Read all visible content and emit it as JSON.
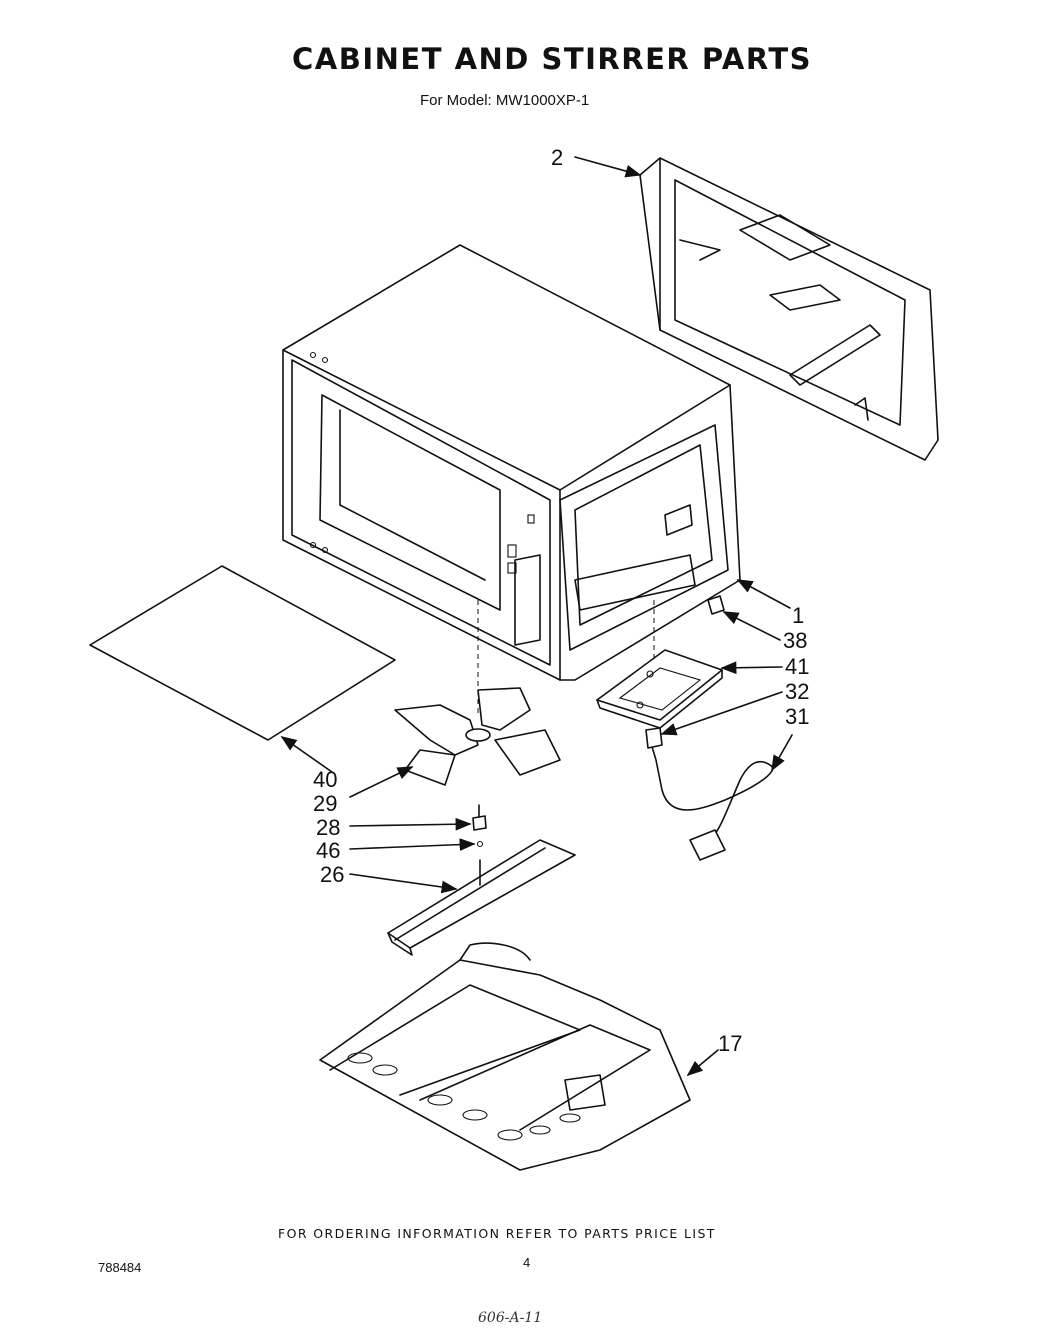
{
  "header": {
    "title": "CABINET AND STIRRER PARTS",
    "subtitle": "For Model: MW1000XP-1"
  },
  "callouts": [
    {
      "id": "2",
      "label": "2"
    },
    {
      "id": "1",
      "label": "1"
    },
    {
      "id": "38",
      "label": "38"
    },
    {
      "id": "41",
      "label": "41"
    },
    {
      "id": "32",
      "label": "32"
    },
    {
      "id": "31",
      "label": "31"
    },
    {
      "id": "40",
      "label": "40"
    },
    {
      "id": "29",
      "label": "29"
    },
    {
      "id": "28",
      "label": "28"
    },
    {
      "id": "46",
      "label": "46"
    },
    {
      "id": "26",
      "label": "26"
    },
    {
      "id": "17",
      "label": "17"
    }
  ],
  "footer": {
    "ordering_note": "FOR ORDERING INFORMATION REFER TO PARTS PRICE LIST",
    "document_number": "788484",
    "page_number": "4",
    "handwritten_note": "606-A-11"
  }
}
